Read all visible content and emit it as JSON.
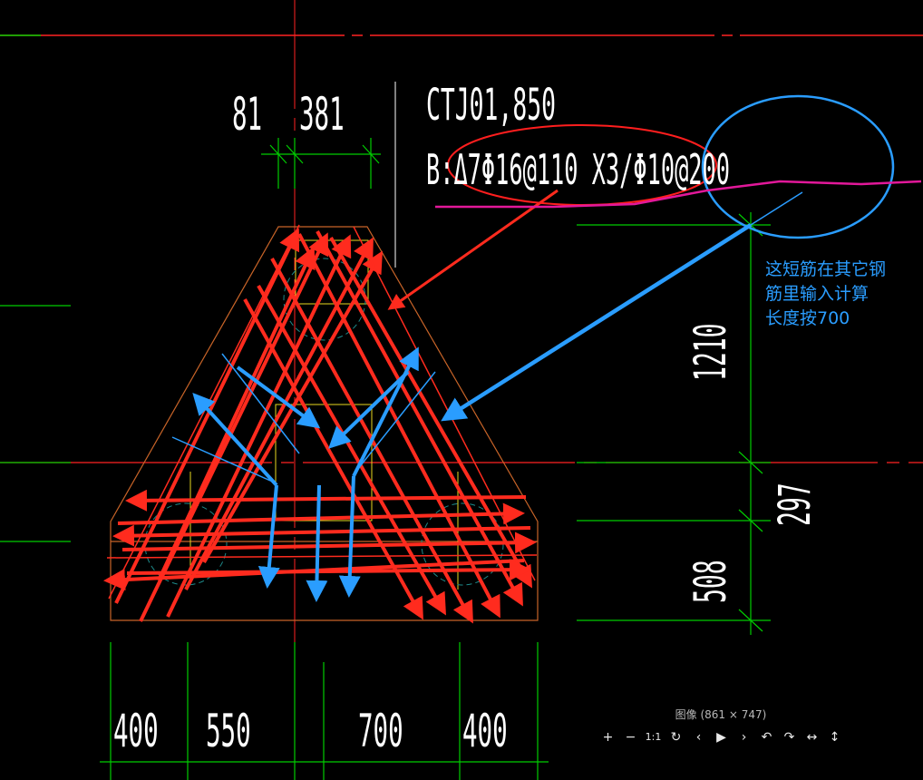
{
  "drawing": {
    "top_dims": [
      "81",
      "381"
    ],
    "bottom_dims": [
      "400",
      "550",
      "700",
      "400"
    ],
    "right_dims": [
      "1210",
      "297",
      "508"
    ],
    "title_line": "CTJ01,850",
    "rebar_line": "B:Δ7Φ16@110 X3/Φ10@200"
  },
  "annotation": {
    "note_lines": [
      "这短筋在其它钢",
      "筋里输入计算",
      "长度按700"
    ]
  },
  "viewer": {
    "title": "图像 (861 × 747)",
    "tools": [
      {
        "name": "zoom-in-button",
        "icon": "+"
      },
      {
        "name": "zoom-out-button",
        "icon": "−"
      },
      {
        "name": "actual-size-button",
        "icon": "1:1"
      },
      {
        "name": "rotate-button",
        "icon": "↻"
      },
      {
        "name": "prev-button",
        "icon": "‹"
      },
      {
        "name": "play-button",
        "icon": "▶"
      },
      {
        "name": "next-button",
        "icon": "›"
      },
      {
        "name": "undo-button",
        "icon": "↶"
      },
      {
        "name": "redo-button",
        "icon": "↷"
      },
      {
        "name": "fit-width-button",
        "icon": "↔"
      },
      {
        "name": "fit-height-button",
        "icon": "↕"
      }
    ]
  },
  "colors": {
    "background": "#000000",
    "axis_red": "#ff2222",
    "dimension_green": "#00cc00",
    "outline": "#c86428",
    "rebar_red": "#ff2b1e",
    "highlight_blue": "#2a9dff",
    "magenta": "#e2189a",
    "text_white": "#ffffff"
  }
}
